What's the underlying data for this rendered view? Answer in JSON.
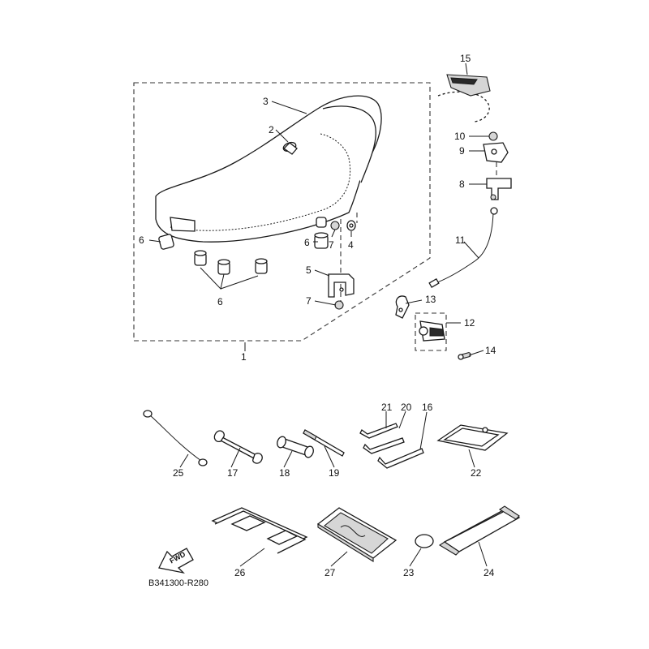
{
  "diagram": {
    "reference_code": "B341300-R280",
    "direction_arrow_label": "FWD",
    "callouts": {
      "c1": "1",
      "c2": "2",
      "c3": "3",
      "c4": "4",
      "c5": "5",
      "c6a": "6",
      "c6b": "6",
      "c6c": "6",
      "c7a": "7",
      "c7b": "7",
      "c8": "8",
      "c9": "9",
      "c10": "10",
      "c11": "11",
      "c12": "12",
      "c13": "13",
      "c14": "14",
      "c15": "15",
      "c16": "16",
      "c17": "17",
      "c18": "18",
      "c19": "19",
      "c20": "20",
      "c21": "21",
      "c22": "22",
      "c23": "23",
      "c24": "24",
      "c25": "25",
      "c26": "26",
      "c27": "27"
    }
  }
}
